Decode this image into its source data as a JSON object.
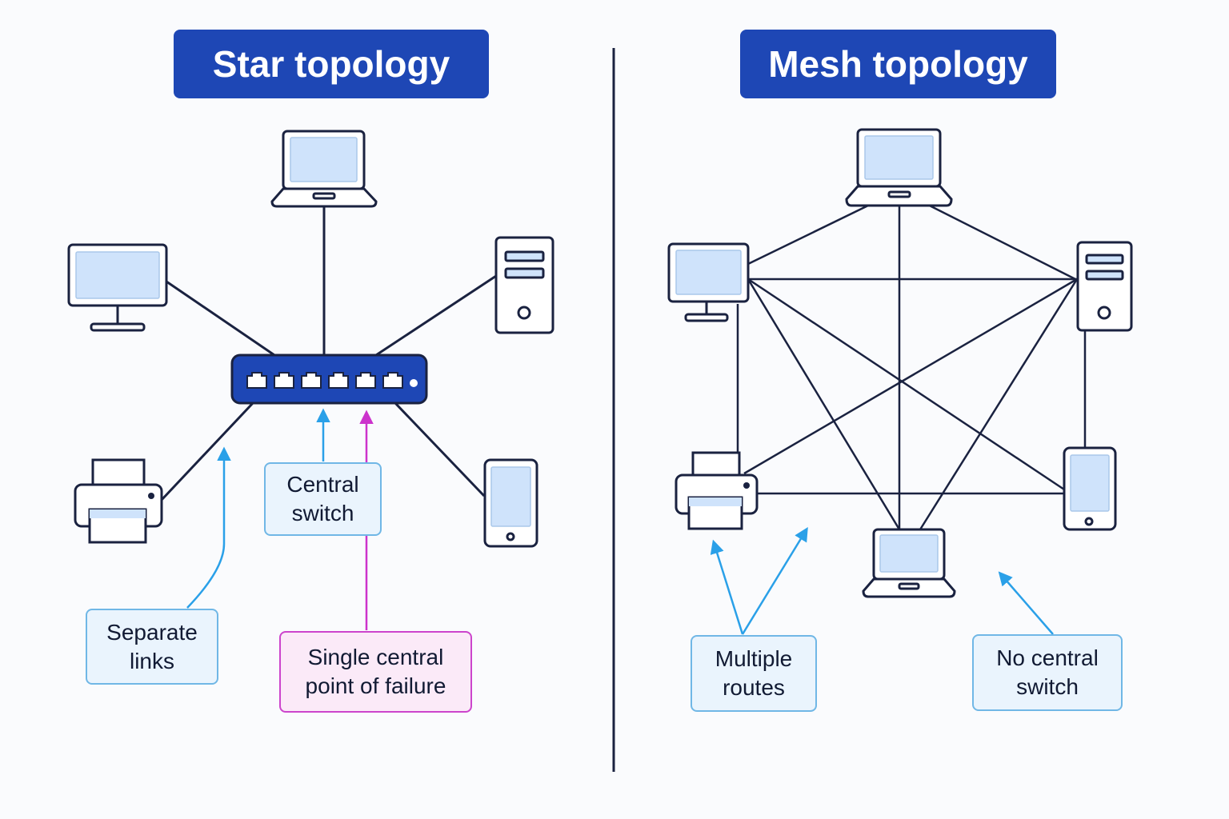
{
  "star": {
    "title": "Star topology",
    "callouts": {
      "central_switch": [
        "Central",
        "switch"
      ],
      "separate_links": [
        "Separate",
        "links"
      ],
      "single_point_failure": [
        "Single central",
        "point of failure"
      ]
    }
  },
  "mesh": {
    "title": "Mesh topology",
    "callouts": {
      "multiple_routes": [
        "Multiple",
        "routes"
      ],
      "no_central_switch": [
        "No central",
        "switch"
      ]
    }
  },
  "colors": {
    "title_bg": "#1e47b5",
    "line": "#1a2240",
    "screen_fill": "#cfe3fb",
    "callout_blue_border": "#70b7e6",
    "callout_blue_bg": "#eaf4fd",
    "callout_pink_border": "#cc44cc",
    "callout_pink_bg": "#fbeaf8",
    "arrow_blue": "#2aa0e8",
    "arrow_pink": "#cc33cc"
  }
}
